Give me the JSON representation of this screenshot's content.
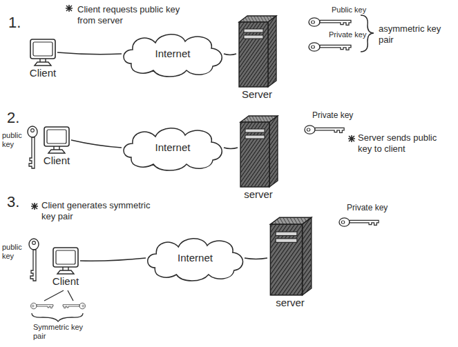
{
  "diagram": {
    "nodes": [
      {
        "text": [
          "Client"
        ]
      },
      {
        "text": [
          "Internet"
        ]
      },
      {
        "text": [
          "Server"
        ]
      },
      {
        "text": [
          "Client"
        ]
      },
      {
        "text": [
          "Internet"
        ]
      },
      {
        "text": [
          "server"
        ]
      },
      {
        "text": [
          "Client"
        ]
      },
      {
        "text": [
          "Internet"
        ]
      },
      {
        "text": [
          "server"
        ]
      }
    ],
    "edges": [
      {
        "from": 0,
        "to": 1,
        "arrow": "none"
      },
      {
        "from": 1,
        "to": 2,
        "arrow": "none"
      },
      {
        "from": 3,
        "to": 4,
        "arrow": "none"
      },
      {
        "from": 4,
        "to": 5,
        "arrow": "none"
      },
      {
        "from": 6,
        "to": 7,
        "arrow": "none"
      },
      {
        "from": 7,
        "to": 8,
        "arrow": "none"
      }
    ],
    "labels": [
      "1.",
      "Client requests public key from server",
      "Public key",
      "Private key",
      "asymmetric key pair",
      "2.",
      "public key",
      "Private key",
      "Server sends public key to client",
      "3.",
      "Client generates symmetric key pair",
      "public key",
      "Private key",
      "Symmetric key pair"
    ]
  }
}
